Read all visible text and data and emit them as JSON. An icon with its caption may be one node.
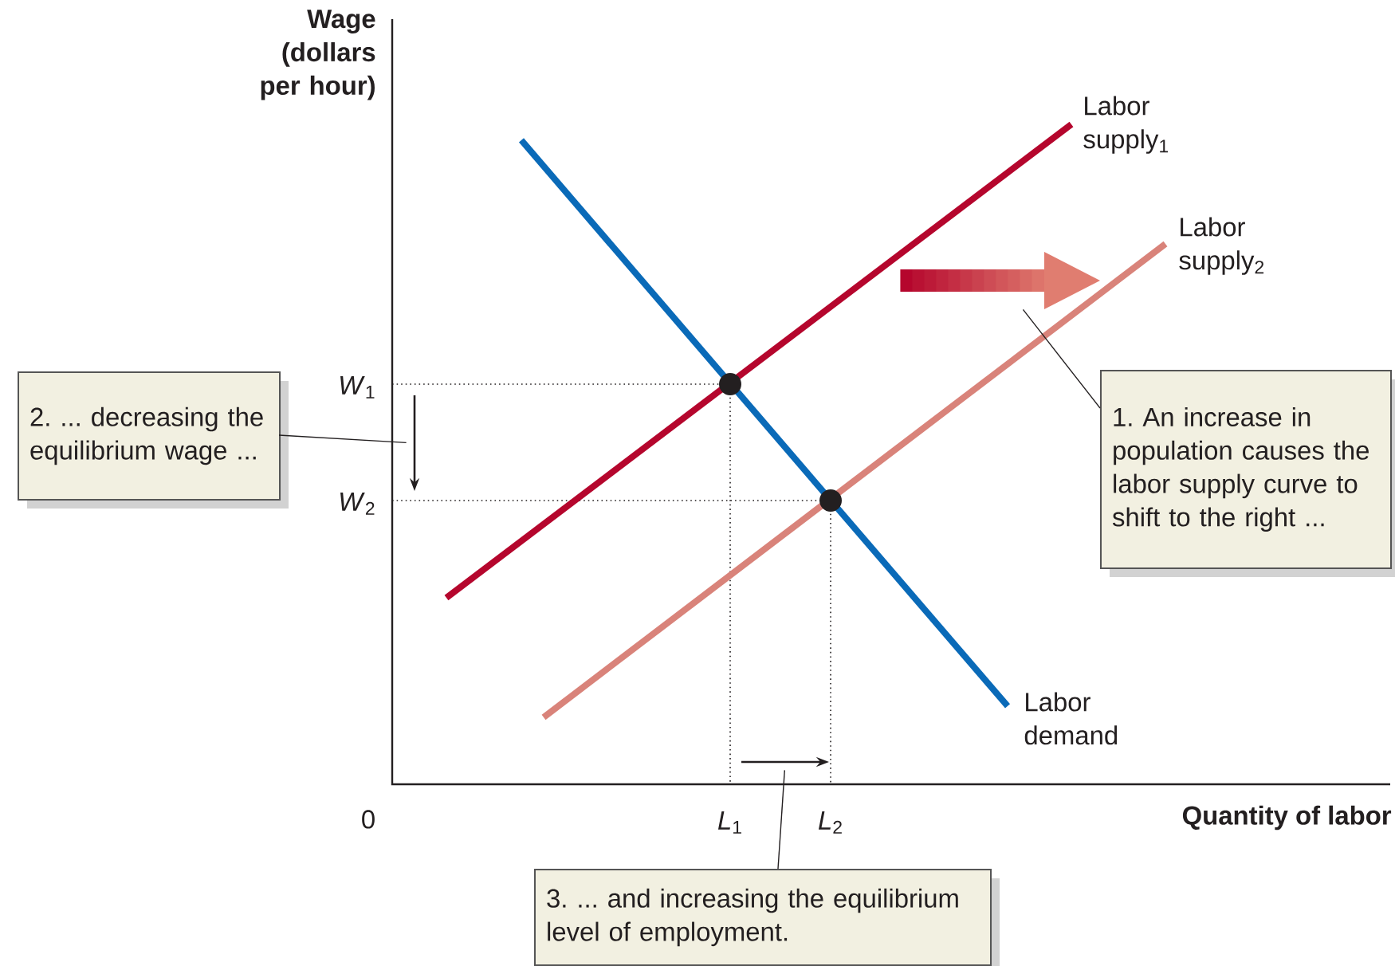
{
  "diagram": {
    "nodes": [
      {
        "text": [
          "1. An increase in population causes the labor supply curve to shift to the right ..."
        ]
      },
      {
        "text": [
          "2. ... decreasing the equilibrium wage ..."
        ]
      },
      {
        "text": [
          "3. ... and increasing the equilibrium level of employment."
        ]
      },
      {
        "text": [],
        "shape": "arrow"
      },
      {
        "text": [],
        "shape": "arrow"
      },
      {
        "text": [],
        "shape": "arrow"
      }
    ],
    "edges": [
      {
        "from": 0,
        "to": 3,
        "arrow": "none"
      },
      {
        "from": 1,
        "to": 4,
        "arrow": "none"
      },
      {
        "from": 2,
        "to": 5,
        "arrow": "none"
      }
    ],
    "labels": [
      "Wage (dollars per hour)",
      "Labor supply$_{1}$",
      "Labor supply$_{2}$",
      "*W*$_{1}$",
      "*W*$_{2}$",
      "Labor demand",
      "0",
      "*L*$_{1}$",
      "*L*$_{2}$",
      "Quantity of labor"
    ]
  }
}
